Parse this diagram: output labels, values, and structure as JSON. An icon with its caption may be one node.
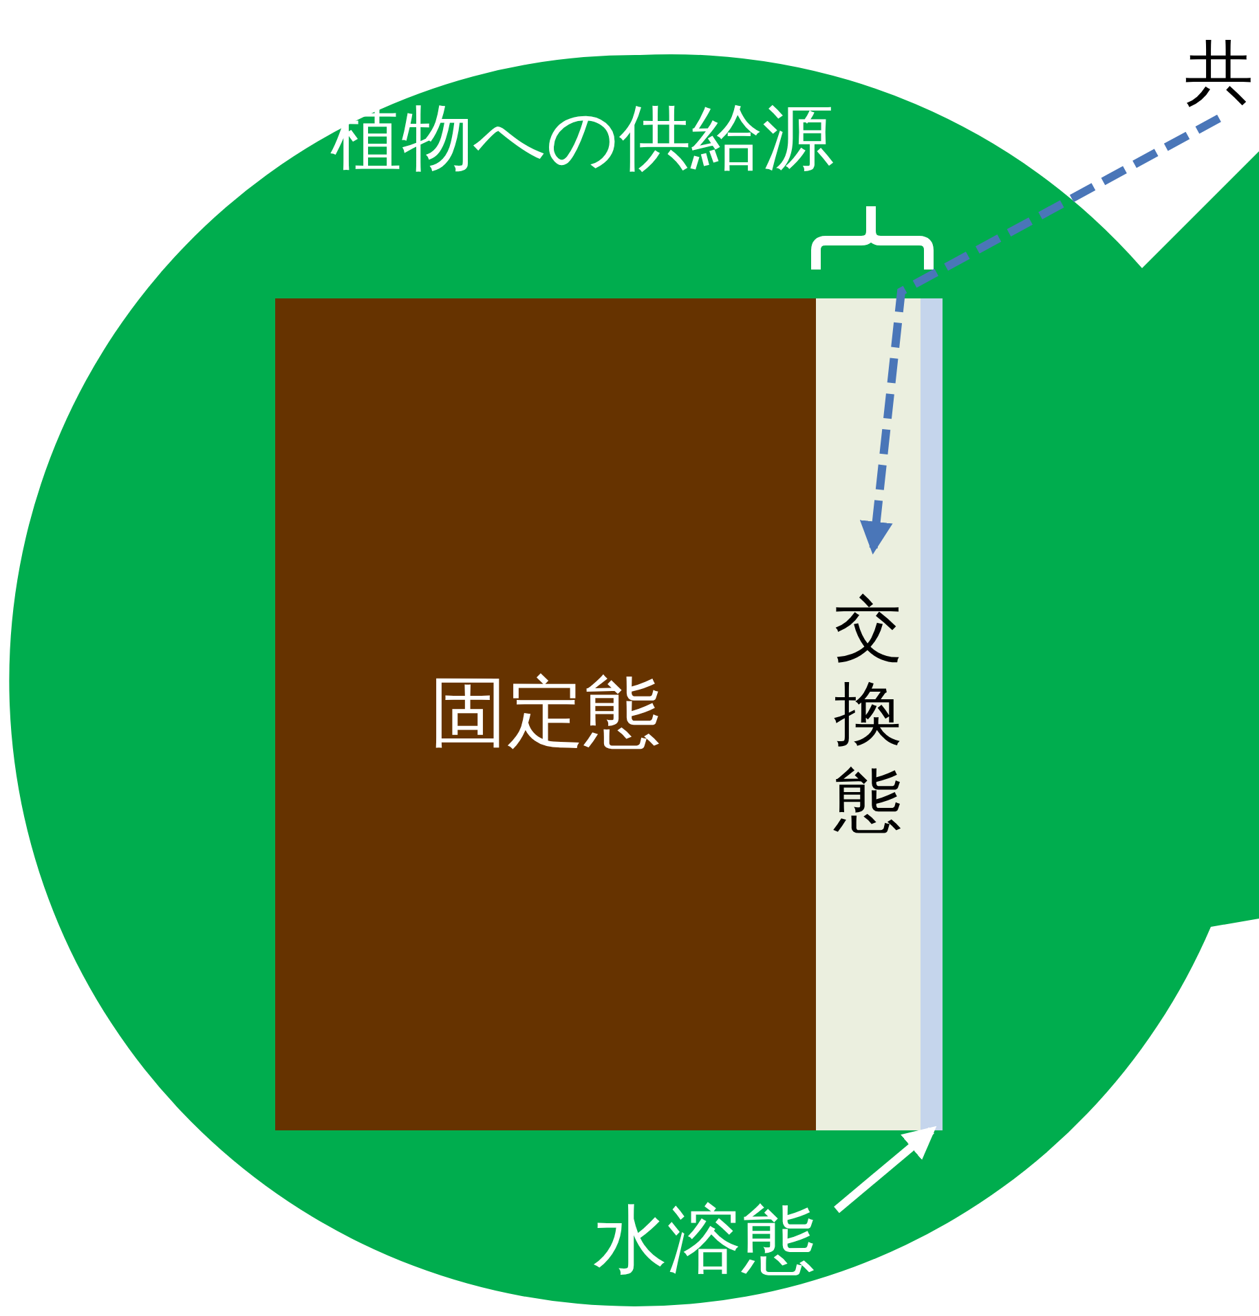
{
  "diagram": {
    "nodes": [
      {
        "text": [
          "固定態"
        ]
      },
      {
        "text": [
          "交換態"
        ]
      },
      {
        "text": [],
        "shape": "bar"
      },
      {
        "text": [
          "水溶態"
        ]
      },
      {
        "text": [
          "共"
        ]
      }
    ],
    "edges": [
      {
        "from": 4,
        "to": 1,
        "arrow": "to",
        "style": "dashed",
        "color": "#4a76b8"
      },
      {
        "from": 3,
        "to": 2,
        "arrow": "to",
        "color": "#ffffff"
      }
    ],
    "labels": [
      "植物への供給源"
    ]
  }
}
